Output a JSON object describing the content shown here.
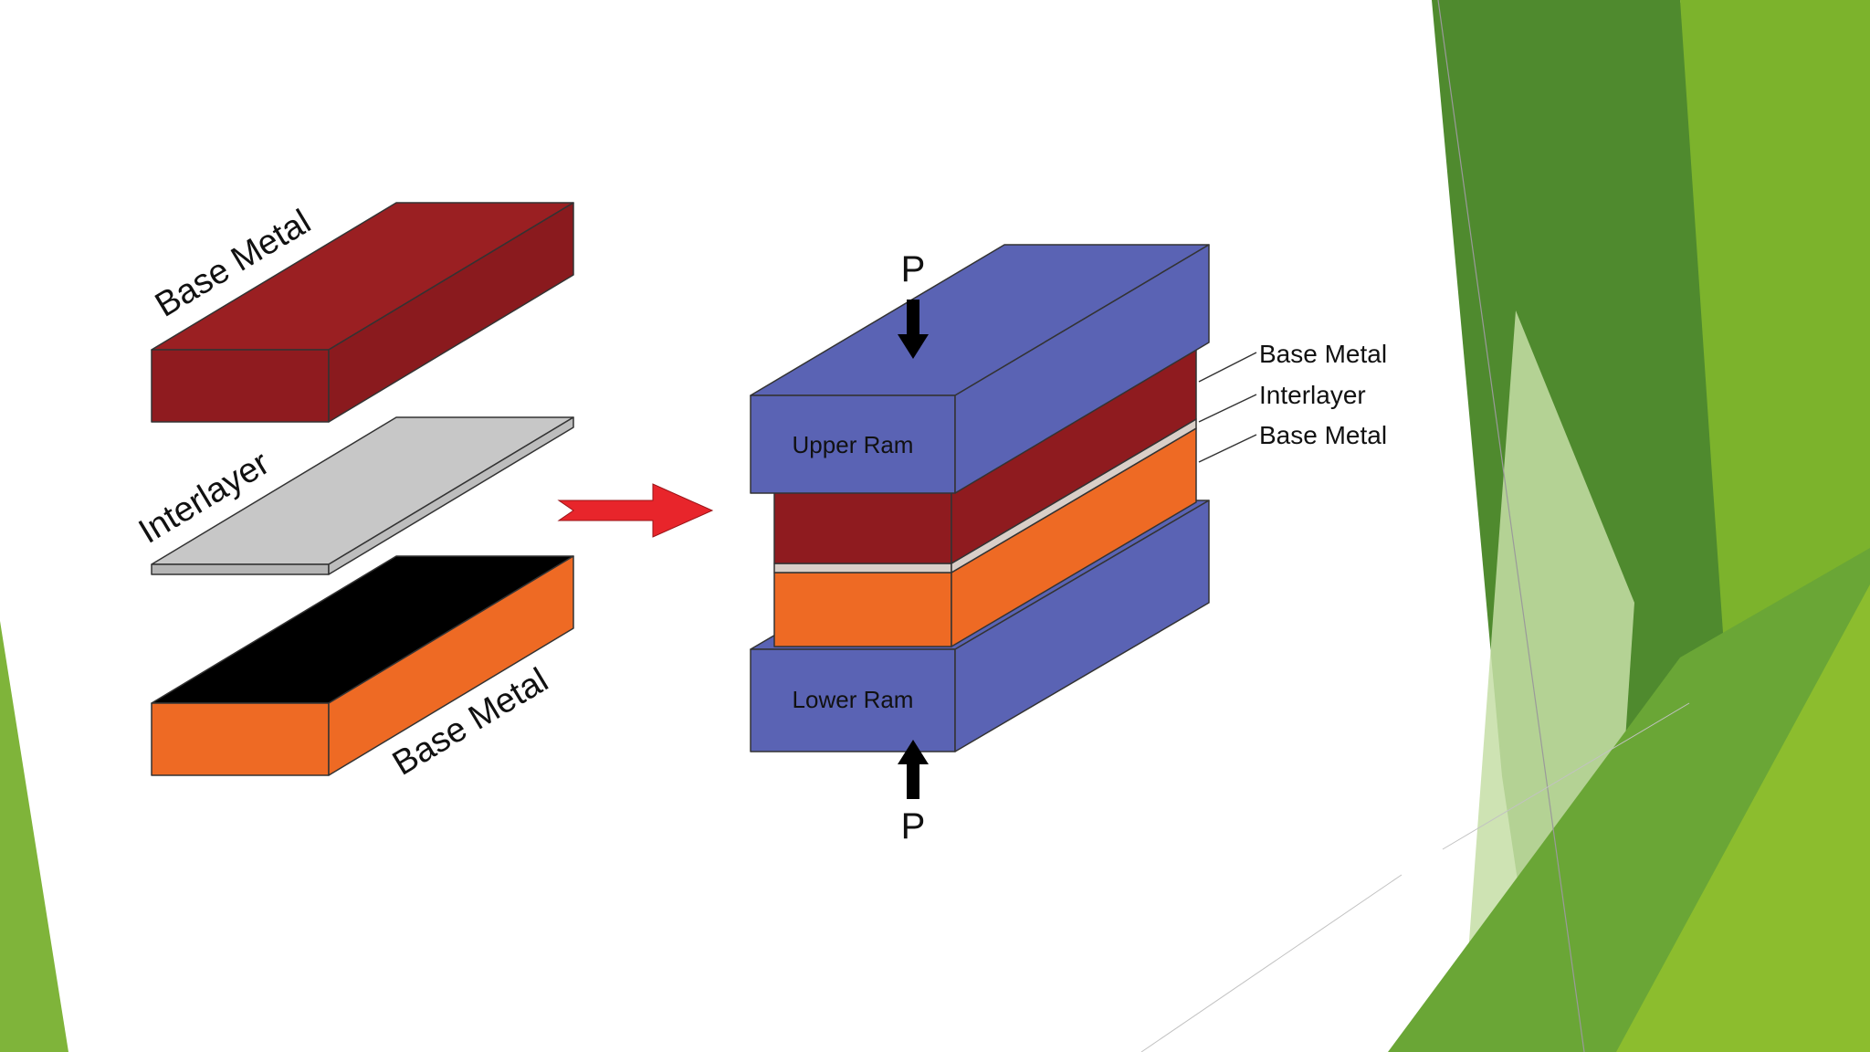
{
  "slide": {
    "accent_colors": {
      "green_dark": "#4f8a2e",
      "green_mid": "#6aa636",
      "green_light": "#8cbd2e",
      "green_pale": "#c8dfa8"
    }
  },
  "diagram": {
    "exploded_view": {
      "top_label": "Base Metal",
      "middle_label": "Interlayer",
      "bottom_label": "Base Metal"
    },
    "assembled_view": {
      "upper_ram_label": "Upper Ram",
      "lower_ram_label": "Lower Ram",
      "top_pressure_label": "P",
      "bottom_pressure_label": "P",
      "callouts": [
        "Base Metal",
        "Interlayer",
        "Base Metal"
      ]
    },
    "colors": {
      "base_metal_red": "#8f1b1f",
      "interlayer_gray": "#c7c7c7",
      "base_metal_orange": "#ee6a24",
      "ram_blue": "#5a63b4",
      "arrow_red": "#e8252b"
    }
  }
}
